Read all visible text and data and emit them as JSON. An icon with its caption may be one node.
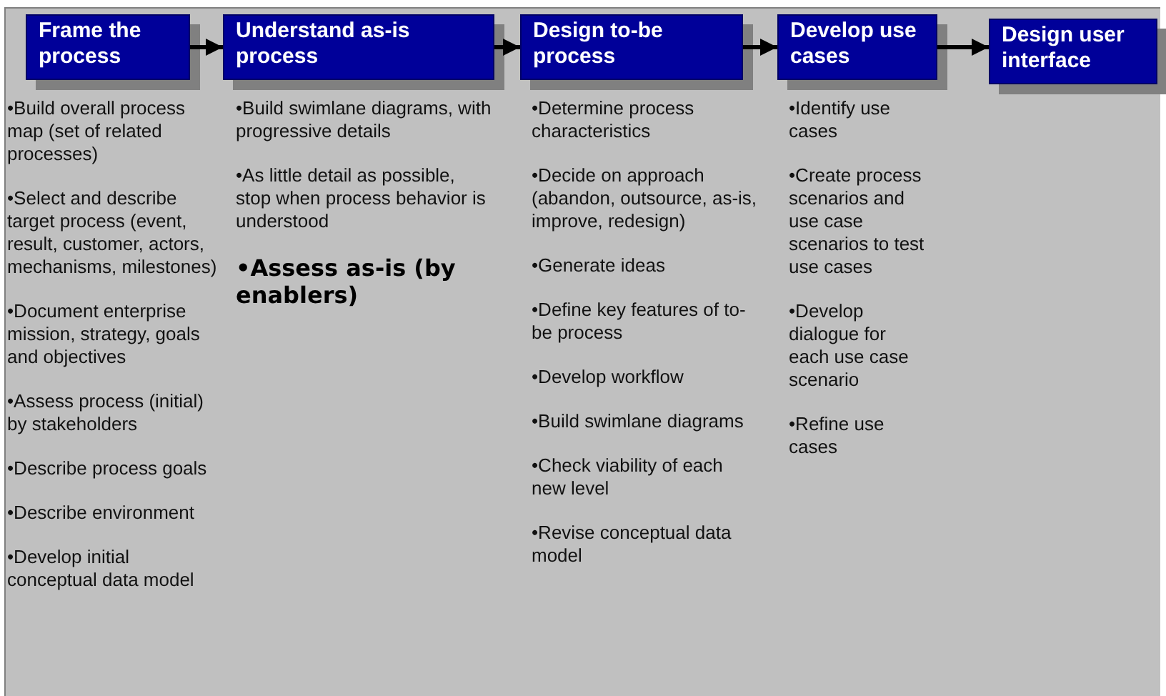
{
  "diagram": {
    "nodes": [
      {
        "text": [
          "Frame the process"
        ],
        "beside": [
          "•Build overall process map (set of related processes)",
          "•Select and describe target process (event, result, customer, actors, mechanisms, milestones)",
          "•Document enterprise mission, strategy, goals and objectives",
          "•Assess process (initial) by stakeholders",
          "•Describe process goals",
          "•Describe environment",
          "•Develop initial conceptual data model"
        ]
      },
      {
        "text": [
          "Understand as-is process"
        ],
        "beside": [
          "•Build swimlane diagrams, with progressive details",
          "•As little detail as possible, stop when process behavior is understood",
          "•Assess as-is (by enablers)"
        ]
      },
      {
        "text": [
          "Design to-be process"
        ],
        "beside": [
          "•Determine process characteristics",
          "•Decide on approach (abandon, outsource, as-is, improve, redesign)",
          "•Generate ideas",
          "•Define key features of to-be process",
          "•Develop workflow",
          "•Build swimlane diagrams",
          "•Check viability of each new level",
          "•Revise conceptual data model"
        ]
      },
      {
        "text": [
          "Develop use cases"
        ],
        "beside": [
          "•Identify use cases",
          "•Create process scenarios and use case scenarios to test use cases",
          "•Develop dialogue for each use case scenario",
          "•Refine use cases"
        ]
      },
      {
        "text": [
          "Design user interface"
        ]
      }
    ],
    "edges": [
      {
        "from": 0,
        "to": 1,
        "arrow": "to"
      },
      {
        "from": 1,
        "to": 2,
        "arrow": "to"
      },
      {
        "from": 2,
        "to": 3,
        "arrow": "to"
      },
      {
        "from": 3,
        "to": 4,
        "arrow": "to"
      }
    ]
  }
}
